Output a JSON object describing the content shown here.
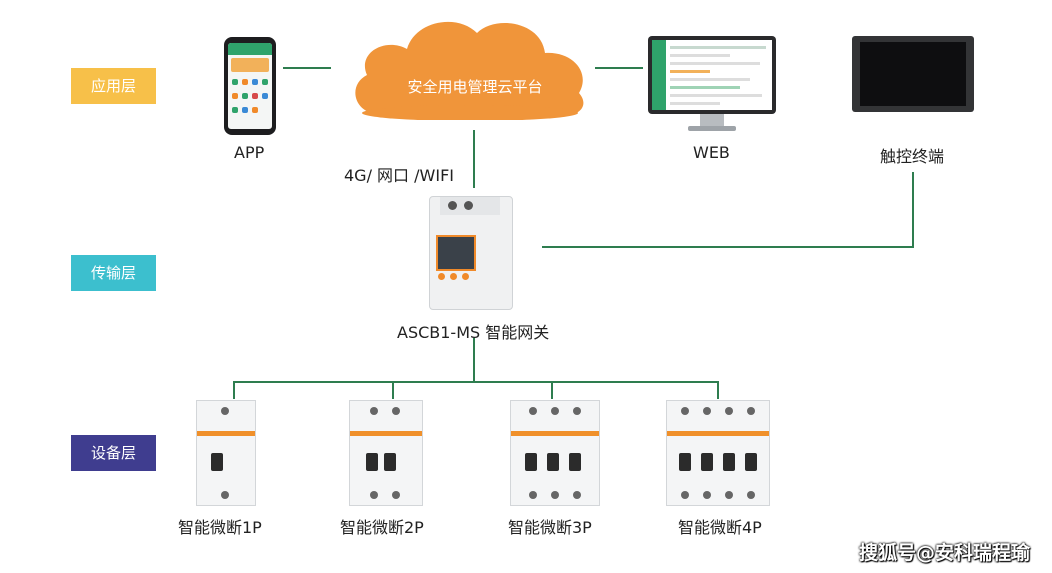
{
  "layers": {
    "app_layer": "应用层",
    "transport_layer": "传输层",
    "device_layer": "设备层"
  },
  "colors": {
    "app_layer": "#f7c049",
    "transport_layer": "#3cbfce",
    "device_layer": "#3f3d8f",
    "wire": "#2e7d4f",
    "cloud": "#f0953a"
  },
  "application": {
    "cloud_label": "安全用电管理云平台",
    "app_label": "APP",
    "web_label": "WEB",
    "terminal_label": "触控终端"
  },
  "transport": {
    "link_label": "4G/ 网口 /WIFI",
    "gateway_label": "ASCB1-MS 智能网关"
  },
  "devices": {
    "breaker_1p": "智能微断1P",
    "breaker_2p": "智能微断2P",
    "breaker_3p": "智能微断3P",
    "breaker_4p": "智能微断4P"
  },
  "watermark": "搜狐号@安科瑞程瑜"
}
